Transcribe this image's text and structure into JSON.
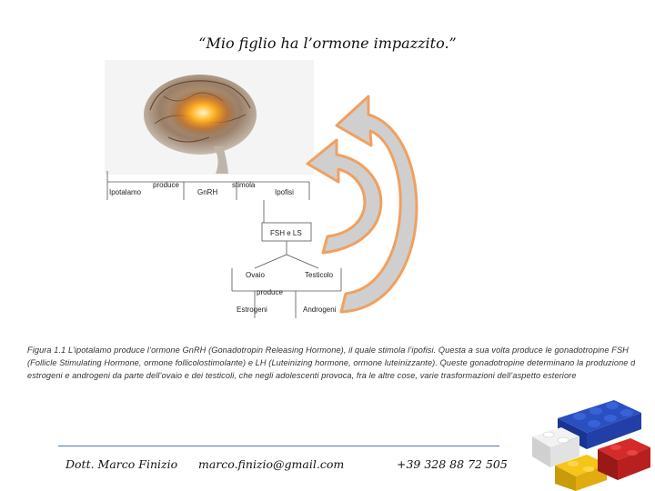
{
  "slide": {
    "title": "“Mio figlio ha l’ormone impazzito.”"
  },
  "diagram": {
    "top_row": [
      "Ipotalamo",
      "GnRH",
      "Ipofisi"
    ],
    "top_links": [
      "produce",
      "stimola"
    ],
    "middle": "FSH e LS",
    "glands": [
      "Ovaio",
      "Testicolo"
    ],
    "gland_link": "produce",
    "hormones": [
      "Estrogeni",
      "Androgeni"
    ],
    "arrow_color": "#f0a060"
  },
  "caption": {
    "lines": [
      "Figura 1.1 L’ipotalamo produce l’ormone GnRH (Gonadotropin Releasing Hormone), il quale stimola l’ipofisi. Questa a sua volta produce le gonadotropine FSH",
      "(Follicle Stimulating Hormone, ormone follicolostimolante) e LH (Luteinizing hormone, ormone luteinizzante). Queste gonadotropine determinano la produzione di",
      "estrogeni e androgeni da parte dell’ovaio e dei testicoli, che negli adolescenti provoca, fra le altre cose, varie trasformazioni dell’aspetto esteriore"
    ]
  },
  "footer": {
    "name": "Dott. Marco Finizio",
    "email": "marco.finizio@gmail.com",
    "phone": "+39 328 88 72 505"
  },
  "colors": {
    "rule": "#4a78b8",
    "brain_glow": "#ffb020"
  }
}
